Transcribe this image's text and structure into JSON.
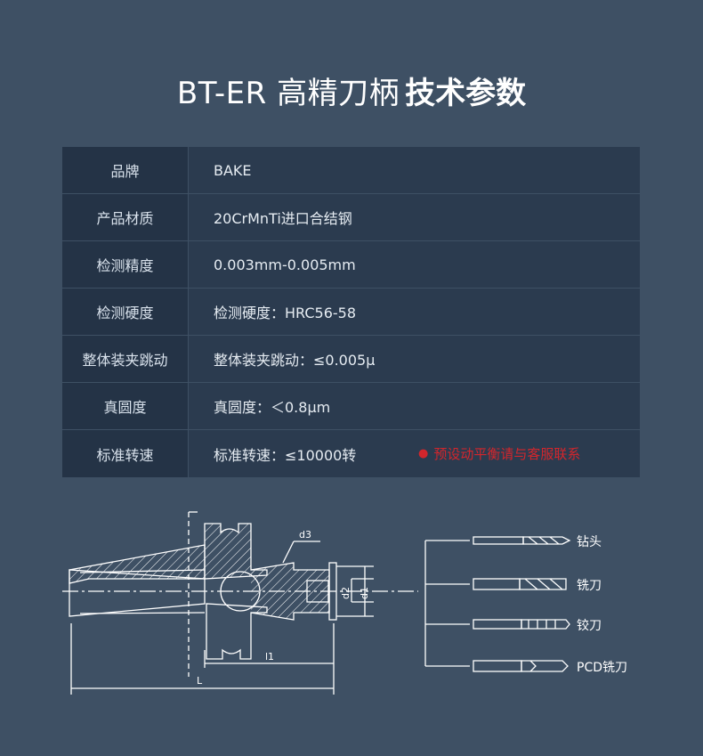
{
  "header": {
    "title_light": "BT-ER 高精刀柄",
    "title_bold": "技术参数"
  },
  "specs": [
    {
      "label": "品牌",
      "value": "BAKE"
    },
    {
      "label": "产品材质",
      "value": "20CrMnTi进口合结钢"
    },
    {
      "label": "检测精度",
      "value": "0.003mm-0.005mm"
    },
    {
      "label": "检测硬度",
      "value": "检测硬度：HRC56-58"
    },
    {
      "label": "整体装夹跳动",
      "value": "整体装夹跳动：≤0.005µ"
    },
    {
      "label": "真圆度",
      "value": "真圆度：＜0.8µm"
    },
    {
      "label": "标准转速",
      "value": "标准转速：≤10000转"
    }
  ],
  "note": {
    "text": "预设动平衡请与客服联系",
    "color": "#d3262c"
  },
  "diagram": {
    "dimensions": {
      "d3": "d3",
      "d2": "d2",
      "d1": "d1",
      "l1": "l1",
      "L": "L"
    },
    "tools": [
      {
        "label": "钻头",
        "icon": "drill-bit-icon"
      },
      {
        "label": "铣刀",
        "icon": "end-mill-icon"
      },
      {
        "label": "铰刀",
        "icon": "reamer-icon"
      },
      {
        "label": "PCD铣刀",
        "icon": "pcd-mill-icon"
      }
    ]
  },
  "colors": {
    "background": "#3e5064",
    "label_cell": "#243346",
    "value_cell": "#2b3b4f"
  }
}
